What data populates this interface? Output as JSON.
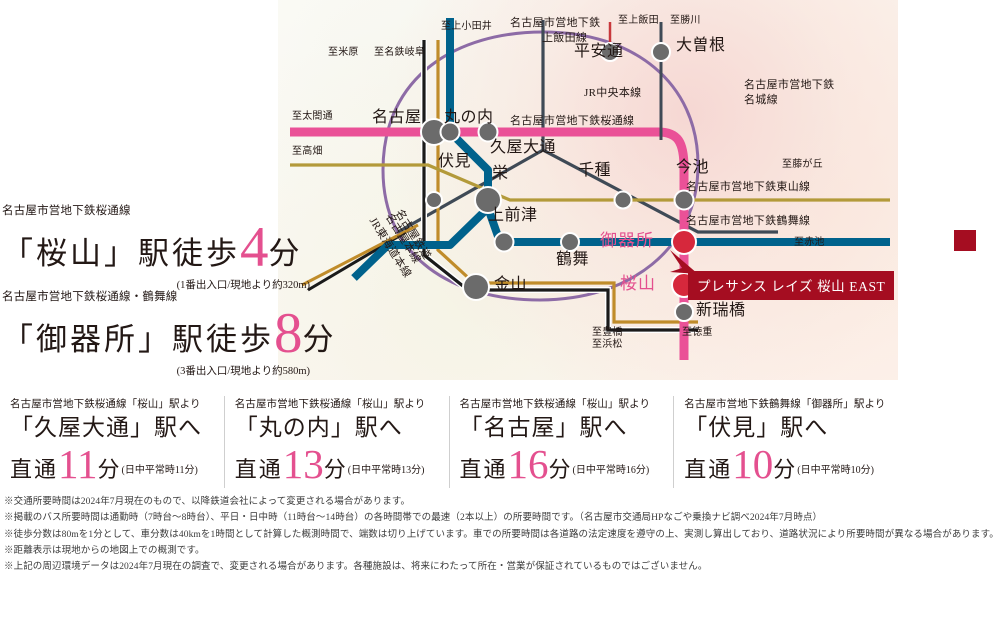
{
  "walk_blocks": [
    {
      "line": "名古屋市営地下鉄桜通線",
      "open": "「",
      "station": "桜山",
      "close": "」",
      "suffix": "駅徒歩",
      "minutes": "4",
      "unit": "分",
      "note": "(1番出入口/現地より約320m)"
    },
    {
      "line": "名古屋市営地下鉄桜通線・鶴舞線",
      "open": "「",
      "station": "御器所",
      "close": "」",
      "suffix": "駅徒歩",
      "minutes": "8",
      "unit": "分",
      "note": "(3番出入口/現地より約580m)"
    }
  ],
  "columns": [
    {
      "from": "名古屋市営地下鉄桜通線「桜山」駅より",
      "dest": "「久屋大通」駅へ",
      "direct": "直通",
      "minutes": "11",
      "unit": "分",
      "paren": "(日中平常時11分)"
    },
    {
      "from": "名古屋市営地下鉄桜通線「桜山」駅より",
      "dest": "「丸の内」駅へ",
      "direct": "直通",
      "minutes": "13",
      "unit": "分",
      "paren": "(日中平常時13分)"
    },
    {
      "from": "名古屋市営地下鉄桜通線「桜山」駅より",
      "dest": "「名古屋」駅へ",
      "direct": "直通",
      "minutes": "16",
      "unit": "分",
      "paren": "(日中平常時16分)"
    },
    {
      "from": "名古屋市営地下鉄鶴舞線「御器所」駅より",
      "dest": "「伏見」駅へ",
      "direct": "直通",
      "minutes": "10",
      "unit": "分",
      "paren": "(日中平常時10分)"
    }
  ],
  "map": {
    "property_label": "プレサンス レイズ 桜山 EAST",
    "stations": [
      {
        "id": "nagoya",
        "name": "名古屋"
      },
      {
        "id": "marunouchi",
        "name": "丸の内"
      },
      {
        "id": "hisayaodori",
        "name": "久屋大通"
      },
      {
        "id": "fushimi",
        "name": "伏見"
      },
      {
        "id": "sakae",
        "name": "栄"
      },
      {
        "id": "chikusa",
        "name": "千種"
      },
      {
        "id": "imaike",
        "name": "今池"
      },
      {
        "id": "kamimaezu",
        "name": "上前津"
      },
      {
        "id": "tsurumai",
        "name": "鶴舞"
      },
      {
        "id": "kanayama",
        "name": "金山"
      },
      {
        "id": "heiandori",
        "name": "平安通"
      },
      {
        "id": "ozone",
        "name": "大曽根"
      },
      {
        "id": "shinmiyashi",
        "name": "新瑞橋"
      }
    ],
    "highlight_stations": [
      {
        "id": "gokiso",
        "name": "御器所"
      },
      {
        "id": "sakurayama",
        "name": "桜山"
      }
    ],
    "line_labels": [
      {
        "id": "kamiiida",
        "name": "名古屋市営地下鉄"
      },
      {
        "id": "kamiiida2",
        "name": "上飯田線"
      },
      {
        "id": "sakuradori",
        "name": "名古屋市営地下鉄桜通線"
      },
      {
        "id": "chuo",
        "name": "JR中央本線"
      },
      {
        "id": "meijo",
        "name": "名古屋市営地下鉄"
      },
      {
        "id": "meijo2",
        "name": "名城線"
      },
      {
        "id": "higashiyama",
        "name": "名古屋市営地下鉄東山線"
      },
      {
        "id": "tsurumai",
        "name": "名古屋市営地下鉄鶴舞線"
      },
      {
        "id": "meitetsu",
        "name": "名古屋鉄道"
      },
      {
        "id": "meitetsu2",
        "name": "名古屋本線"
      },
      {
        "id": "tokaido",
        "name": "JR東海道本線"
      }
    ],
    "terminals": [
      {
        "id": "kamiotai",
        "name": "至上小田井"
      },
      {
        "id": "kamiiida",
        "name": "至上飯田"
      },
      {
        "id": "kachigawa",
        "name": "至勝川"
      },
      {
        "id": "maibara",
        "name": "至米原"
      },
      {
        "id": "meitetsugifu",
        "name": "至名鉄岐阜"
      },
      {
        "id": "taikodori",
        "name": "至太閤通"
      },
      {
        "id": "takabata",
        "name": "至高畑"
      },
      {
        "id": "fujigaoka",
        "name": "至藤が丘"
      },
      {
        "id": "akaike",
        "name": "至赤池"
      },
      {
        "id": "toyohashi",
        "name": "至豊橋"
      },
      {
        "id": "hamamatsu",
        "name": "至浜松"
      },
      {
        "id": "tokushige",
        "name": "至徳重"
      }
    ],
    "colors": {
      "sakuradori": "#ea5197",
      "tsurumai": "#00628c",
      "higashiyama": "#b39a3a",
      "meijo": "#8d6ba6",
      "jr": "#3f4a56",
      "meitetsu": "#c08c2a",
      "property": "#a50d21",
      "highlight_text": "#e4508f"
    }
  },
  "footnotes": [
    "※交通所要時間は2024年7月現在のもので、以降鉄道会社によって変更される場合があります。",
    "※掲載のバス所要時間は通勤時（7時台〜8時台）、平日・日中時（11時台〜14時台）の各時間帯での最速（2本以上）の所要時間です。（名古屋市交通局HPなごや乗換ナビ調べ2024年7月時点）",
    "※徒歩分数は80mを1分として、車分数は40kmを1時間として計算した概測時間で、端数は切り上げています。車での所要時間は各道路の法定速度を遵守の上、実測し算出しており、道路状況により所要時間が異なる場合があります。",
    "※距離表示は現地からの地図上での概測です。",
    "※上記の周辺環境データは2024年7月現在の調査で、変更される場合があります。各種施設は、将来にわたって所在・営業が保証されているものではございません。"
  ]
}
